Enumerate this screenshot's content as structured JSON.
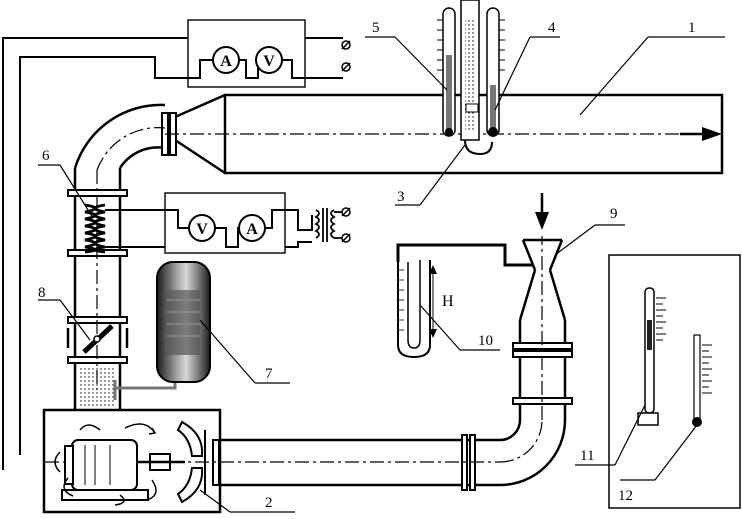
{
  "labels": {
    "l1": "1",
    "l2": "2",
    "l3": "3",
    "l4": "4",
    "l5": "5",
    "l6": "6",
    "l7": "7",
    "l8": "8",
    "l9": "9",
    "l10": "10",
    "l11": "11",
    "l12": "12"
  },
  "meters": {
    "top": {
      "m1": "A",
      "m2": "V"
    },
    "heater": {
      "m1": "V",
      "m2": "A"
    }
  },
  "manometer": {
    "height_label": "H"
  },
  "colors": {
    "line": "#000000",
    "background": "#ffffff",
    "flow_arrow": "#000000"
  }
}
